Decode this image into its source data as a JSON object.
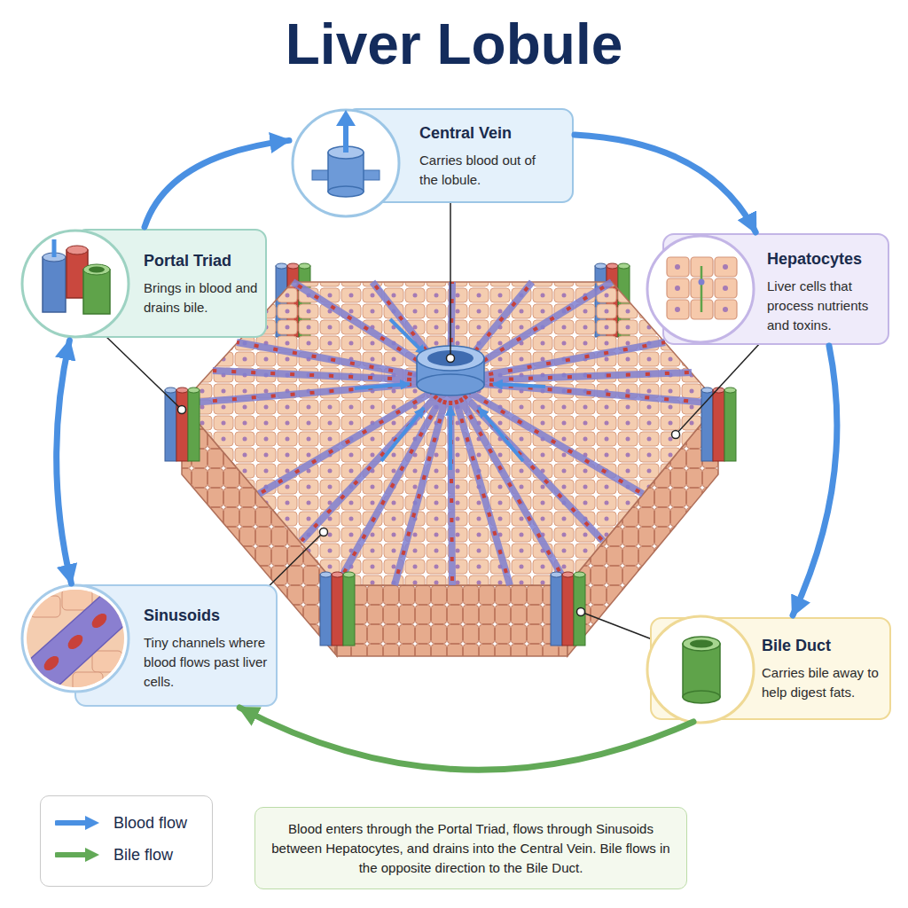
{
  "diagram": {
    "title": "Liver Lobule",
    "caption": "Blood enters through the Portal Triad, flows through Sinusoids between Hepatocytes, and drains into the Central Vein. Bile flows in the opposite direction to the Bile Duct.",
    "nodes": [
      {
        "text": [
          "Central Vein",
          "Carries blood out of the lobule."
        ]
      },
      {
        "text": [
          "Portal Triad",
          "Brings in blood and drains bile."
        ]
      },
      {
        "text": [
          "Hepatocytes",
          "Liver cells that process nutrients and toxins."
        ]
      },
      {
        "text": [
          "Sinusoids",
          "Tiny channels where blood flows past liver cells."
        ]
      },
      {
        "text": [
          "Bile Duct",
          "Carries bile away to help digest fats."
        ]
      }
    ],
    "edges": [
      {
        "from": 0,
        "to": 2,
        "arrow": "to"
      },
      {
        "from": 2,
        "to": 4,
        "arrow": "to"
      },
      {
        "from": 4,
        "to": 3,
        "arrow": "to"
      },
      {
        "from": 3,
        "to": 1,
        "arrow": "both"
      },
      {
        "from": 1,
        "to": 0,
        "arrow": "to"
      }
    ],
    "legend": [
      {
        "text": "Blood flow"
      },
      {
        "text": "Bile flow"
      }
    ]
  }
}
